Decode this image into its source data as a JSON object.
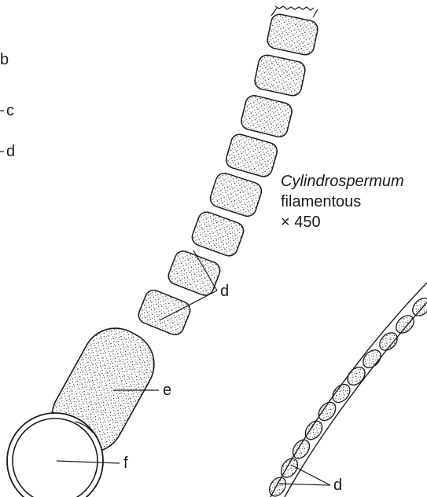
{
  "caption": {
    "genus": "Cylindrospermum",
    "form": "filamentous",
    "magnification": "× 450"
  },
  "labels": {
    "left_b": "b",
    "left_c": "c",
    "left_d": "d",
    "vegetative_cells": "d",
    "akinete": "e",
    "heterocyst": "f",
    "second_filament_cells": "d"
  },
  "colors": {
    "ink": "#1a1a1a",
    "background": "#ffffff"
  }
}
